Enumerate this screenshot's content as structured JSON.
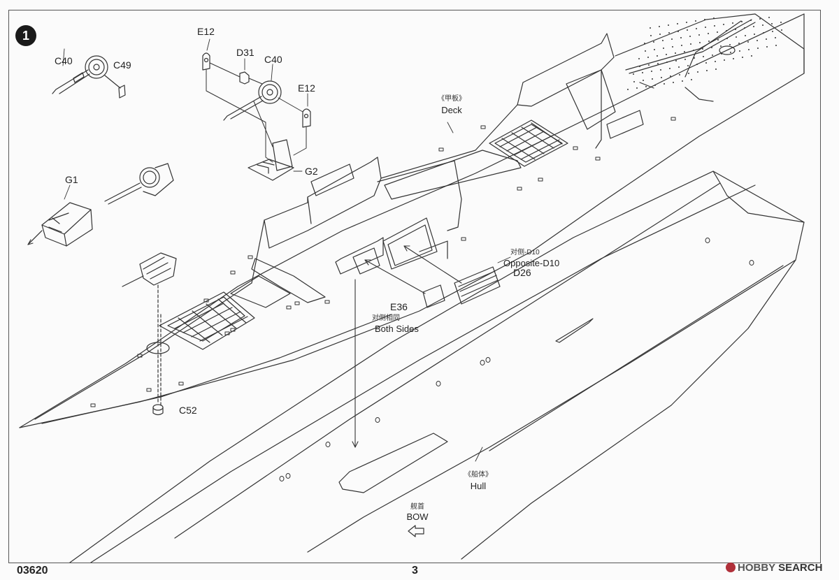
{
  "step": {
    "number": "1"
  },
  "kit_number": "03620",
  "page_number": "3",
  "watermark": {
    "brand": "HOBBY",
    "brand2": "SEARCH"
  },
  "parts": {
    "c40_left": "C40",
    "c49": "C49",
    "e12_top": "E12",
    "d31": "D31",
    "c40_right": "C40",
    "e12_right": "E12",
    "g2": "G2",
    "g1": "G1",
    "c52": "C52",
    "e36": "E36",
    "d26": "D26"
  },
  "callouts": {
    "deck_cn": "《甲板》",
    "deck": "Deck",
    "opposite_cn": "对侧-D10",
    "opposite": "Opposite-D10",
    "both_sides_cn": "对侧相同",
    "both_sides": "Both Sides",
    "hull_cn": "《船体》",
    "hull": "Hull",
    "bow_cn": "舰首",
    "bow": "BOW"
  },
  "colors": {
    "line": "#333333",
    "badge": "#1a1a1a",
    "paper": "#fbfbfb",
    "watermark_red": "#b0303a"
  }
}
